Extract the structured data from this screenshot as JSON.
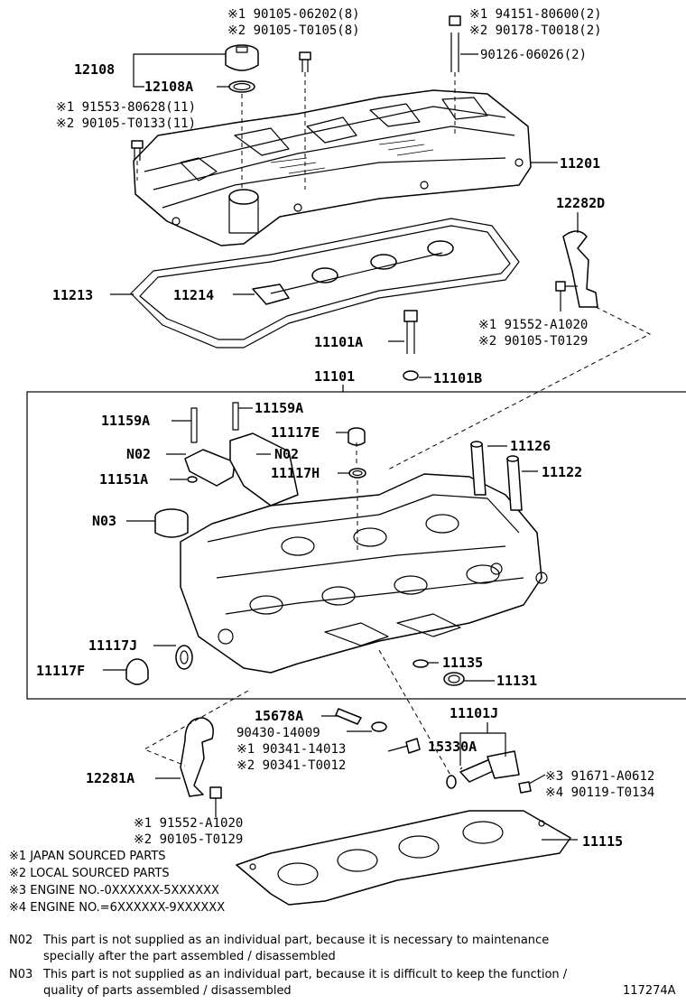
{
  "parts": {
    "bolt_cover_a_1": "※1 90105-06202(8)",
    "bolt_cover_a_2": "※2 90105-T0105(8)",
    "nut_stud_1": "※1 94151-80600(2)",
    "nut_stud_2": "※2 90178-T0018(2)",
    "stud": "90126-06026(2)",
    "cap": "12108",
    "cap_gasket": "12108A",
    "bolt_cover_b_1": "※1 91553-80628(11)",
    "bolt_cover_b_2": "※2 90105-T0133(11)",
    "head_cover": "11201",
    "hanger_rear": "12282D",
    "cover_gasket": "11213",
    "plug_gasket": "11214",
    "hanger_rear_bolt_1": "※1 91552-A1020",
    "hanger_rear_bolt_2": "※2 90105-T0129",
    "head_bolt": "11101A",
    "head_washer": "11101B",
    "head_subassy": "11101",
    "cam_bolt_left": "11159A",
    "cam_bolt_right": "11159A",
    "plug_e": "11117E",
    "n02_left": "N02",
    "n02_right": "N02",
    "plug_h": "11117H",
    "pin": "11151A",
    "n03": "N03",
    "guide_a": "11126",
    "guide_b": "11122",
    "plug_j": "11117J",
    "plug_f": "11117F",
    "gasket_11135": "11135",
    "gasket_11131": "11131",
    "union": "15678A",
    "gasket_ring": "90430-14009",
    "head_plug_1": "※1 90341-14013",
    "head_plug_2": "※2 90341-T0012",
    "ocv_assy": "11101J",
    "ocv": "15330A",
    "ocv_bolt_3": "※3 91671-A0612",
    "ocv_bolt_4": "※4 90119-T0134",
    "hanger_front": "12281A",
    "hanger_front_bolt_1": "※1 91552-A1020",
    "hanger_front_bolt_2": "※2 90105-T0129",
    "head_gasket": "11115"
  },
  "legend": {
    "l1": "※1 JAPAN SOURCED PARTS",
    "l2": "※2 LOCAL SOURCED PARTS",
    "l3": "※3 ENGINE NO.-0XXXXXX-5XXXXXX",
    "l4": "※4 ENGINE NO.=6XXXXXX-9XXXXXX"
  },
  "notes": {
    "n02_code": "N02",
    "n02_line1": "This part is not supplied as an individual part, because it is necessary to maintenance",
    "n02_line2": "specially after the part assembled / disassembled",
    "n03_code": "N03",
    "n03_line1": "This part is not supplied as an individual part, because it is difficult to keep the function /",
    "n03_line2": "quality of parts  assembled / disassembled"
  },
  "figure_id": "117274A"
}
